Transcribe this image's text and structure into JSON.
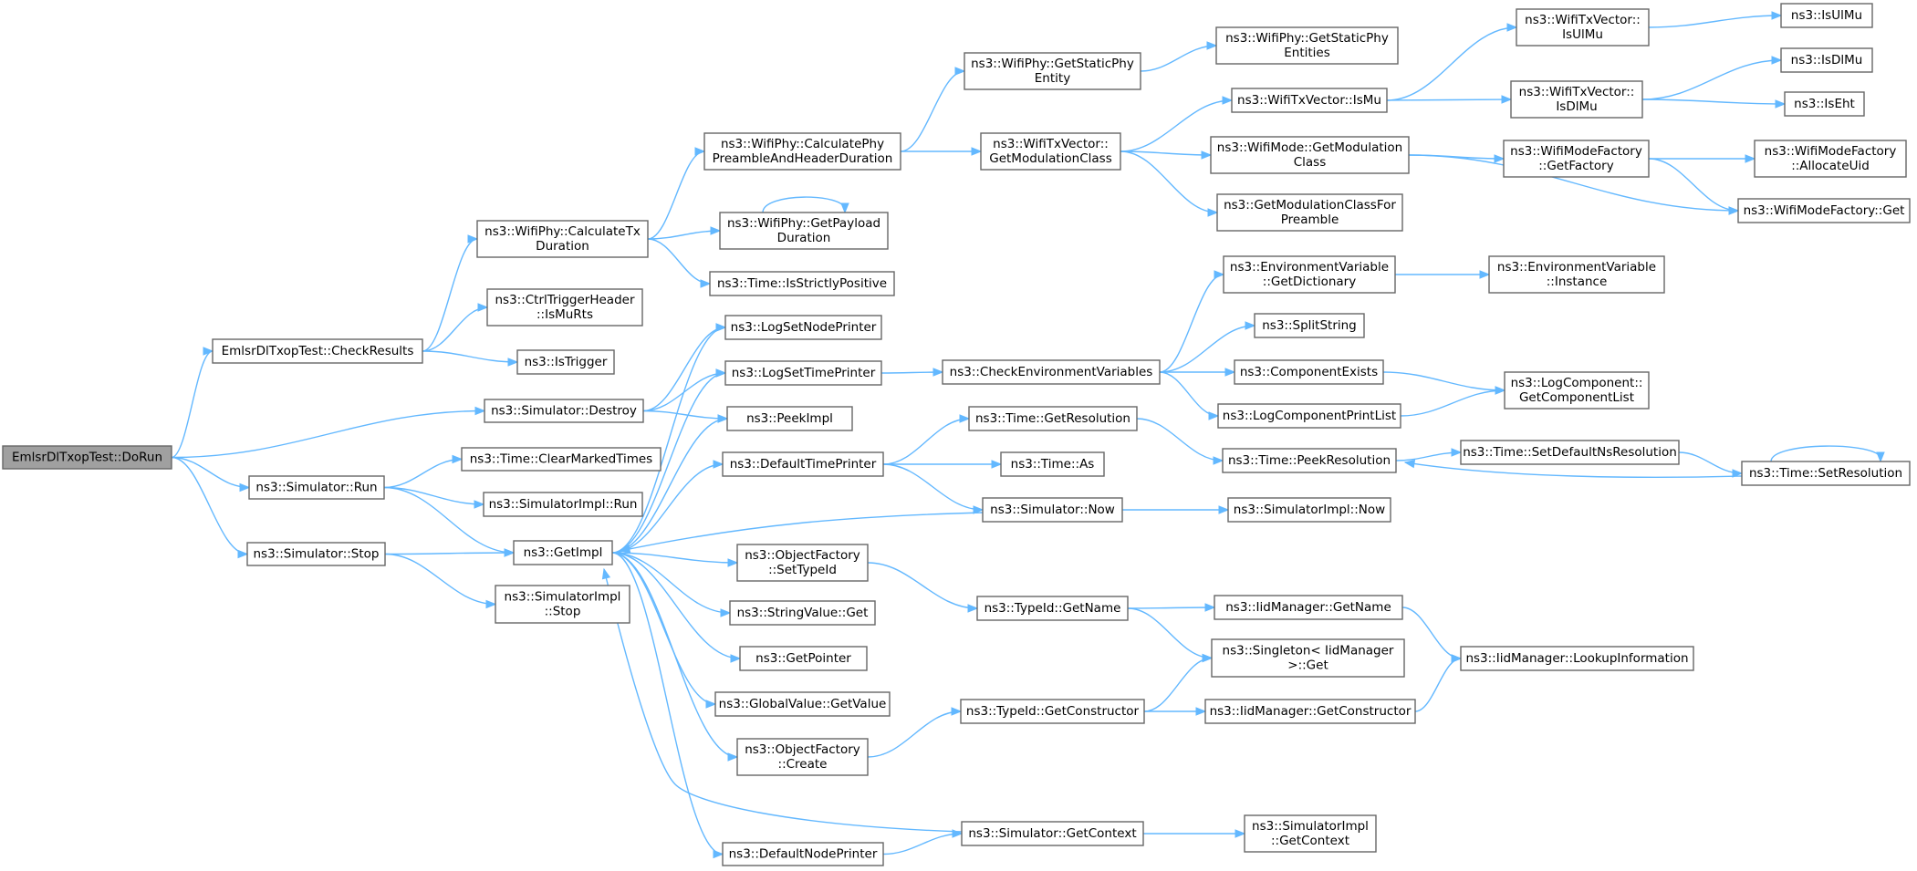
{
  "colors": {
    "edge": "#63b8ff",
    "node_border": "#666666",
    "root_fill": "#a0a0a0",
    "node_fill": "#ffffff"
  },
  "nodes": {
    "dorun": [
      "EmlsrDlTxopTest::DoRun"
    ],
    "checkresults": [
      "EmlsrDlTxopTest::CheckResults"
    ],
    "sim_destroy": [
      "ns3::Simulator::Destroy"
    ],
    "sim_run": [
      "ns3::Simulator::Run"
    ],
    "sim_stop": [
      "ns3::Simulator::Stop"
    ],
    "calctx": [
      "ns3::WifiPhy::CalculateTx",
      "Duration"
    ],
    "ctrltrig": [
      "ns3::CtrlTriggerHeader",
      "::IsMuRts"
    ],
    "istrigger": [
      "ns3::IsTrigger"
    ],
    "clearmarked": [
      "ns3::Time::ClearMarkedTimes"
    ],
    "simimpl_run": [
      "ns3::SimulatorImpl::Run"
    ],
    "getimpl": [
      "ns3::GetImpl"
    ],
    "simimpl_stop": [
      "ns3::SimulatorImpl",
      "::Stop"
    ],
    "calcpreamble": [
      "ns3::WifiPhy::CalculatePhy",
      "PreambleAndHeaderDuration"
    ],
    "payload": [
      "ns3::WifiPhy::GetPayload",
      "Duration"
    ],
    "strictpos": [
      "ns3::Time::IsStrictlyPositive"
    ],
    "lognode": [
      "ns3::LogSetNodePrinter"
    ],
    "logtime": [
      "ns3::LogSetTimePrinter"
    ],
    "peekimpl": [
      "ns3::PeekImpl"
    ],
    "deftime": [
      "ns3::DefaultTimePrinter"
    ],
    "objfact_settype": [
      "ns3::ObjectFactory",
      "::SetTypeId"
    ],
    "strval": [
      "ns3::StringValue::Get"
    ],
    "getpointer": [
      "ns3::GetPointer"
    ],
    "globalval": [
      "ns3::GlobalValue::GetValue"
    ],
    "objfact_create": [
      "ns3::ObjectFactory",
      "::Create"
    ],
    "defnode": [
      "ns3::DefaultNodePrinter"
    ],
    "staticphy": [
      "ns3::WifiPhy::GetStaticPhy",
      "Entity"
    ],
    "modclass": [
      "ns3::WifiTxVector::",
      "GetModulationClass"
    ],
    "checkenv": [
      "ns3::CheckEnvironmentVariables"
    ],
    "getres": [
      "ns3::Time::GetResolution"
    ],
    "timeas": [
      "ns3::Time::As"
    ],
    "simnow": [
      "ns3::Simulator::Now"
    ],
    "typeid_getname": [
      "ns3::TypeId::GetName"
    ],
    "typeid_getctor": [
      "ns3::TypeId::GetConstructor"
    ],
    "getcontext": [
      "ns3::Simulator::GetContext"
    ],
    "staticphyent": [
      "ns3::WifiPhy::GetStaticPhy",
      "Entities"
    ],
    "ismu": [
      "ns3::WifiTxVector::IsMu"
    ],
    "wifimode_modclass": [
      "ns3::WifiMode::GetModulation",
      "Class"
    ],
    "modclasspre": [
      "ns3::GetModulationClassFor",
      "Preamble"
    ],
    "envdict": [
      "ns3::EnvironmentVariable",
      "::GetDictionary"
    ],
    "splitstr": [
      "ns3::SplitString"
    ],
    "compexists": [
      "ns3::ComponentExists"
    ],
    "logcomplist": [
      "ns3::LogComponentPrintList"
    ],
    "peekres": [
      "ns3::Time::PeekResolution"
    ],
    "simimpl_now": [
      "ns3::SimulatorImpl::Now"
    ],
    "iid_getname": [
      "ns3::IidManager::GetName"
    ],
    "singleton": [
      "ns3::Singleton< IidManager",
      ">::Get"
    ],
    "iid_getctor": [
      "ns3::IidManager::GetConstructor"
    ],
    "simimpl_ctx": [
      "ns3::SimulatorImpl",
      "::GetContext"
    ],
    "isulmu_vec": [
      "ns3::WifiTxVector::",
      "IsUlMu"
    ],
    "isdlmu_vec": [
      "ns3::WifiTxVector::",
      "IsDlMu"
    ],
    "modefact_getfactory": [
      "ns3::WifiModeFactory",
      "::GetFactory"
    ],
    "envinst": [
      "ns3::EnvironmentVariable",
      "::Instance"
    ],
    "getcomplist": [
      "ns3::LogComponent::",
      "GetComponentList"
    ],
    "setdefns": [
      "ns3::Time::SetDefaultNsResolution"
    ],
    "lookupinfo": [
      "ns3::IidManager::LookupInformation"
    ],
    "isulmu": [
      "ns3::IsUlMu"
    ],
    "isdlmu": [
      "ns3::IsDlMu"
    ],
    "iseht": [
      "ns3::IsEht"
    ],
    "allocuid": [
      "ns3::WifiModeFactory",
      "::AllocateUid"
    ],
    "modefact_get": [
      "ns3::WifiModeFactory::Get"
    ],
    "setres": [
      "ns3::Time::SetResolution"
    ]
  }
}
